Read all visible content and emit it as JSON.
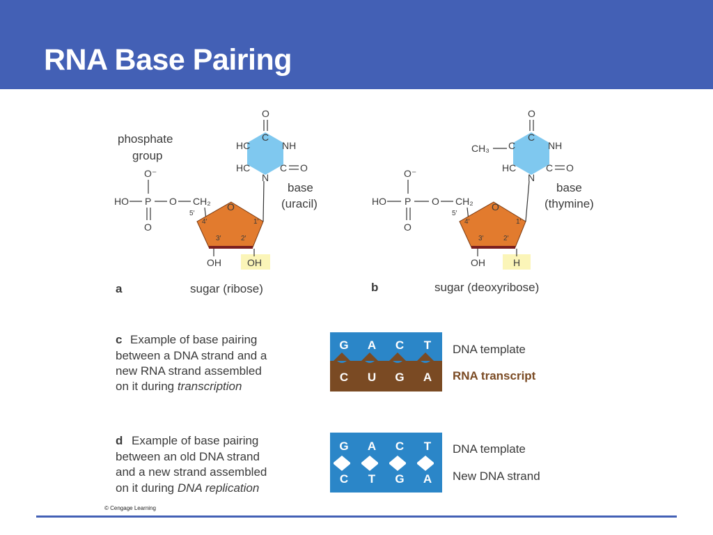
{
  "title": "RNA Base Pairing",
  "colors": {
    "header": "#4360b5",
    "sugar": "#e27b2e",
    "base": "#7fc8ef",
    "highlight": "#fbf5b8",
    "dna": "#2b86c8",
    "rna": "#7a4a23",
    "rna_text": "#7a4a23"
  },
  "panel_a": {
    "phosphate_label_1": "phosphate",
    "phosphate_label_2": "group",
    "o_minus": "O⁻",
    "ho": "HO",
    "p": "P",
    "o1": "O",
    "o2": "O",
    "ch2": "CH₂",
    "ring_o": "O",
    "c5": "5′",
    "c4": "4′",
    "c3": "3′",
    "c2": "2′",
    "c1": "1′",
    "oh3": "OH",
    "oh2": "OH",
    "base_o_top": "O",
    "base_c_top": "C",
    "base_hc1": "HC",
    "base_nh": "NH",
    "base_hc2": "HC",
    "base_c2": "C",
    "base_o_right": "O",
    "base_n": "N",
    "base_label_1": "base",
    "base_label_2": "(uracil)",
    "letter": "a",
    "sugar_label": "sugar (ribose)"
  },
  "panel_b": {
    "o_minus": "O⁻",
    "ho": "HO",
    "p": "P",
    "o1": "O",
    "o2": "O",
    "ch2": "CH₂",
    "ring_o": "O",
    "c5": "5′",
    "c4": "4′",
    "c3": "3′",
    "c2": "2′",
    "c1": "1′",
    "oh3": "OH",
    "h2": "H",
    "base_o_top": "O",
    "ch3": "CH₃",
    "base_c_left": "C",
    "base_c_top": "C",
    "base_nh": "NH",
    "base_hc": "HC",
    "base_c2": "C",
    "base_o_right": "O",
    "base_n": "N",
    "base_label_1": "base",
    "base_label_2": "(thymine)",
    "letter": "b",
    "sugar_label": "sugar (deoxyribose)"
  },
  "panel_c": {
    "letter": "c",
    "line1": "Example of base pairing",
    "line2": "between a DNA strand and a",
    "line3": "new RNA strand assembled",
    "line4_prefix": "on it during ",
    "line4_italic": "transcription",
    "top_bases": [
      "G",
      "A",
      "C",
      "T"
    ],
    "bottom_bases": [
      "C",
      "U",
      "G",
      "A"
    ],
    "top_label": "DNA template",
    "bottom_label": "RNA transcript"
  },
  "panel_d": {
    "letter": "d",
    "line1": "Example of base pairing",
    "line2": "between an old DNA strand",
    "line3": "and a new strand assembled",
    "line4_prefix": "on it during ",
    "line4_italic": "DNA replication",
    "top_bases": [
      "G",
      "A",
      "C",
      "T"
    ],
    "bottom_bases": [
      "C",
      "T",
      "G",
      "A"
    ],
    "top_label": "DNA template",
    "bottom_label": "New DNA strand"
  },
  "copyright": "© Cengage Learning"
}
